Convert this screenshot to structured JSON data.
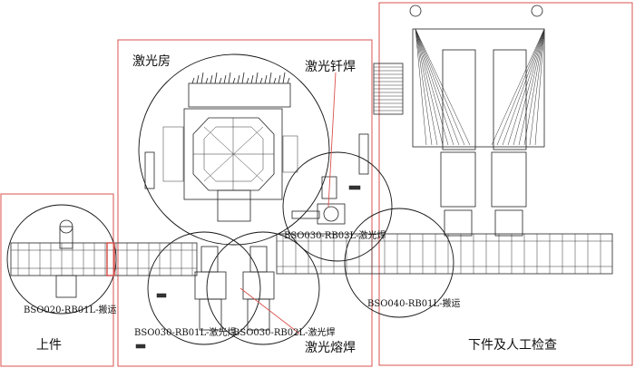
{
  "zones": {
    "laser_room": "激光房",
    "laser_brazing": "激光钎焊",
    "laser_fusion": "激光熔焊",
    "loading": "上件",
    "unloading": "下件及人工检查"
  },
  "stations": {
    "rb01l_transfer": "BSO020-RB01L-搬运",
    "rb03l_laser": "BSO030-RB03L-激光焊",
    "rb01l_laser": "BSO030-RB01L-激光焊",
    "rb02l_laser": "BSO030-RB02L-激光焊",
    "rb040_transfer": "BSO040-RB01L-搬运"
  },
  "colors": {
    "zone_border": "#d9534f",
    "linework": "#222222",
    "leader_line": "#d9534f"
  }
}
